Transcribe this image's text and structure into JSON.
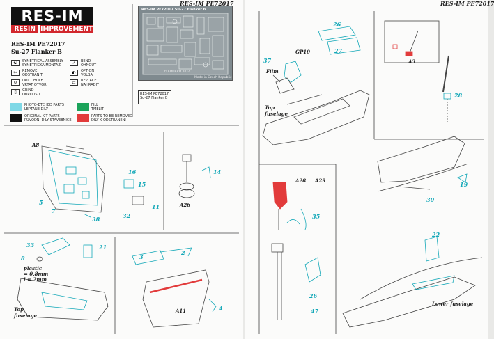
{
  "header": {
    "left_code": "RES-IM PE72017",
    "right_code": "RES-IM PE72017"
  },
  "logo": {
    "top": "RES-IM",
    "bottom_left": "RESIN",
    "bottom_right": "IMPROVEMENT"
  },
  "title": {
    "line1": "RES-IM PE72017",
    "line2": "Su-27 Flanker B"
  },
  "legend": {
    "symmetric": "SYMETRICAL ASSEMBLY\nSYMETRICKÁ MONTÁŽ",
    "remove": "REMOVE\nODSTRANIT",
    "drill": "DRILL HOLE\nVRTAT OTVOR",
    "grind": "GRIND\nOBROUSIT",
    "bend": "BEND\nOHNOUT",
    "option": "OPTION\nVOLBA",
    "replace": "REPLACE\nNAHRADIT",
    "pe_parts": "PHOTO-ETCHED PARTS\nLEPTANÉ DÍLY",
    "kit_parts": "ORIGINAL KIT PARTS\nPŮVODNÍ DÍLY STAVEBNICE",
    "fill": "FILL\nTMELIT",
    "removed": "PARTS TO BE REMOVED\nDÍLY K ODSTRANĚNÍ"
  },
  "colors": {
    "pe": "#7fd8e6",
    "kit": "#111111",
    "fill": "#1ba35a",
    "remove": "#e23b3b",
    "part_line": "#14a8b8"
  },
  "fret": {
    "title": "RES-IM PE72017 Su-27 Flanker B",
    "copyright": "© EDUARD 2014",
    "made_in": "Made in Czech Republic"
  },
  "fret_ref": "RES-IM PE72017\nSu-27 Flanker B",
  "left_labels": {
    "a8": "A8",
    "p5": "5",
    "p7": "7",
    "p38": "38",
    "p16": "16",
    "p15": "15",
    "p32": "32",
    "p11": "11",
    "a26": "A26",
    "p14": "14",
    "p33": "33",
    "p8": "8",
    "p21": "21",
    "plastic": "plastic\n= 0,8mm\nl = 2mm",
    "top_fuselage": "Top\nfuselage",
    "p3": "3",
    "p2": "2",
    "a11": "A11",
    "p4": "4"
  },
  "right_labels": {
    "p26": "26",
    "p27": "27",
    "p37": "37",
    "gp10": "GP10",
    "film": "Film",
    "top_fuselage": "Top\nfuselage",
    "a3": "A3",
    "p28": "28",
    "p19": "19",
    "p30": "30",
    "a28": "A28",
    "a29": "A29",
    "p35": "35",
    "p22": "22",
    "p26b": "26",
    "p47": "47",
    "lower_fuselage": "Lower fuselage"
  }
}
